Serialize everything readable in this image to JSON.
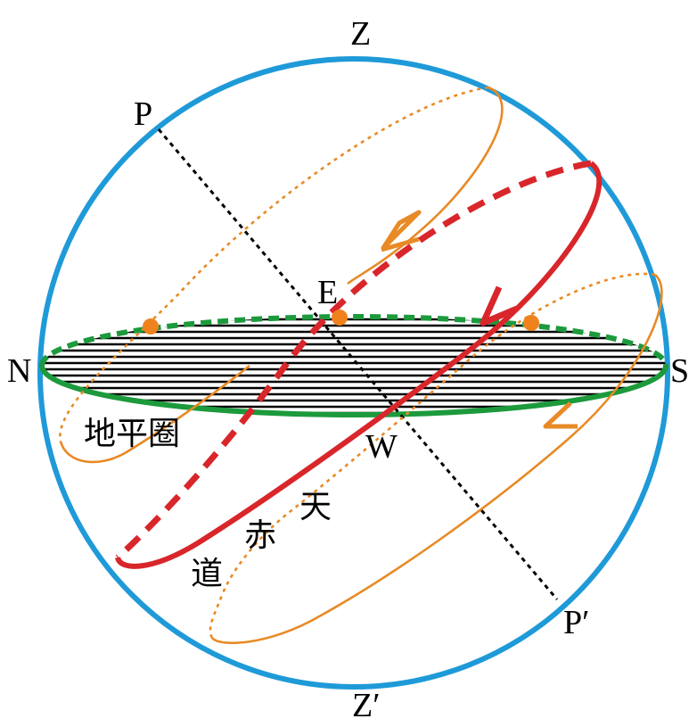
{
  "labels": {
    "zenith": "Z",
    "nadir": "Z′",
    "north_pole": "P",
    "south_pole": "P′",
    "north": "N",
    "south": "S",
    "east": "E",
    "west": "W"
  },
  "captions": {
    "horizon": "地平圈",
    "equator_1": "天",
    "equator_2": "赤",
    "equator_3": "道"
  },
  "colors": {
    "sphere": "#1f9ad8",
    "equator": "#d8262b",
    "horizon": "#1c9a3c",
    "day_circles": "#e88a25",
    "axis": "#000000",
    "sun_dots": "#f0821e"
  }
}
